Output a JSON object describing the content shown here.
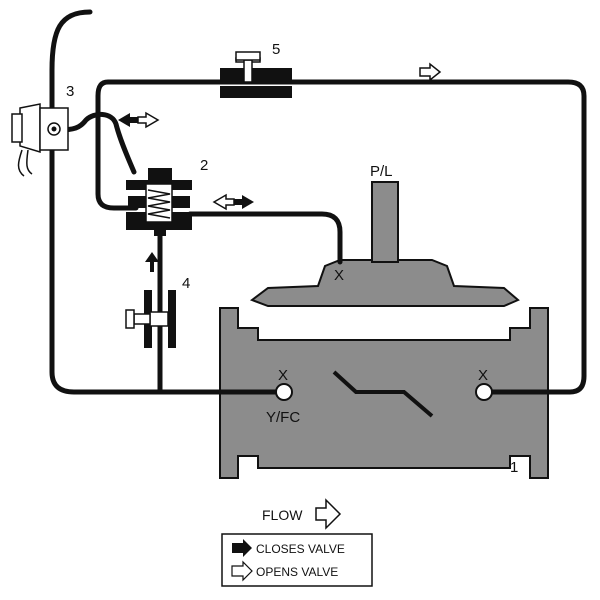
{
  "labels": {
    "n1": "1",
    "n2": "2",
    "n3": "3",
    "n4": "4",
    "n5": "5",
    "pl": "P/L",
    "x_cover": "X",
    "x_inlet": "X",
    "x_outlet": "X",
    "yfc": "Y/FC",
    "flow": "FLOW"
  },
  "legend": {
    "closes": "CLOSES VALVE",
    "opens": "OPENS VALVE"
  },
  "colors": {
    "valve_body": "#8c8c8c",
    "line": "#111111"
  }
}
